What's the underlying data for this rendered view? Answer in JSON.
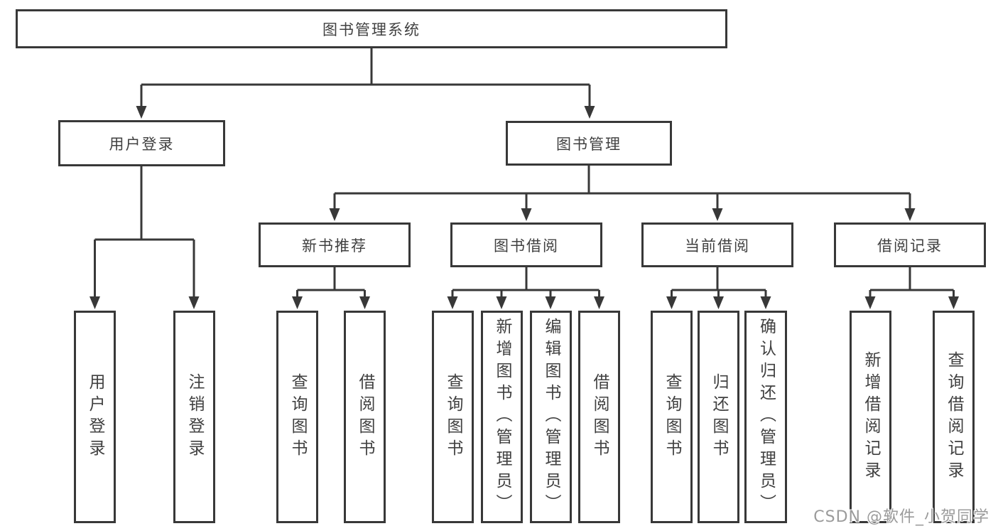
{
  "colors": {
    "line": "#383838",
    "box_border": "#383838",
    "text": "#404040",
    "watermark_text": "#9b9b9b",
    "background": "#ffffff"
  },
  "diagram": {
    "type": "hierarchy-tree",
    "root": {
      "label": "图书管理系统",
      "children": [
        {
          "label": "用户登录",
          "children": [
            {
              "label": "用户登录"
            },
            {
              "label": "注销登录"
            }
          ]
        },
        {
          "label": "图书管理",
          "children": [
            {
              "label": "新书推荐",
              "children": [
                {
                  "label": "查询图书"
                },
                {
                  "label": "借阅图书"
                }
              ]
            },
            {
              "label": "图书借阅",
              "children": [
                {
                  "label": "查询图书"
                },
                {
                  "label": "新增图书（管理员）"
                },
                {
                  "label": "编辑图书（管理员）"
                },
                {
                  "label": "借阅图书"
                }
              ]
            },
            {
              "label": "当前借阅",
              "children": [
                {
                  "label": "查询图书"
                },
                {
                  "label": "归还图书"
                },
                {
                  "label": "确认归还（管理员）"
                }
              ]
            },
            {
              "label": "借阅记录",
              "children": [
                {
                  "label": "新增借阅记录"
                },
                {
                  "label": "查询借阅记录"
                }
              ]
            }
          ]
        }
      ]
    }
  },
  "watermark": {
    "text": "CSDN @软件_小贺同学"
  }
}
